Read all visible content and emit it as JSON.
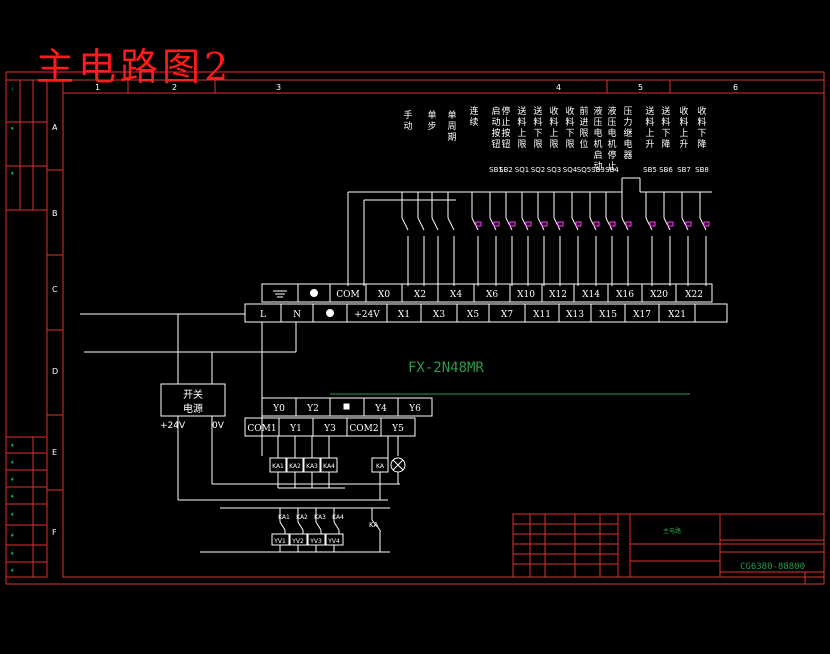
{
  "title": "主电路图2",
  "column_numbers": [
    "1",
    "2",
    "3",
    "4",
    "5",
    "6"
  ],
  "row_letters": [
    "A",
    "B",
    "C",
    "D",
    "E",
    "F"
  ],
  "plc_model": "FX-2N48MR",
  "plc_input_top_terminals": [
    "COM",
    "X0",
    "X2",
    "X4",
    "X6",
    "X10",
    "X12",
    "X14",
    "X16",
    "X20",
    "X22"
  ],
  "plc_input_bottom_terminals": [
    "L",
    "N",
    "+24V",
    "X1",
    "X3",
    "X5",
    "X7",
    "X11",
    "X13",
    "X15",
    "X17",
    "X21"
  ],
  "plc_output_top_terminals": [
    "Y0",
    "Y2",
    "Y4",
    "Y6"
  ],
  "plc_output_bottom_terminals": [
    "COM1",
    "Y1",
    "Y3",
    "COM2",
    "Y5"
  ],
  "input_labels": [
    {
      "text": "手动",
      "code": ""
    },
    {
      "text": "单步",
      "code": ""
    },
    {
      "text": "单周期",
      "code": ""
    },
    {
      "text": "连续",
      "code": ""
    },
    {
      "text": "启动按钮",
      "code": "SB1"
    },
    {
      "text": "停止按钮",
      "code": "SB2"
    },
    {
      "text": "送料上限",
      "code": "SQ1"
    },
    {
      "text": "送料下限",
      "code": "SQ2"
    },
    {
      "text": "收料上限",
      "code": "SQ3"
    },
    {
      "text": "收料下限",
      "code": "SQ4"
    },
    {
      "text": "前进限位",
      "code": "SQ5"
    },
    {
      "text": "液压电机启动",
      "code": "SB3"
    },
    {
      "text": "液压电机停止",
      "code": "SB4"
    },
    {
      "text": "压力继电器",
      "code": ""
    },
    {
      "text": "送料上升",
      "code": "SB5"
    },
    {
      "text": "送料下降",
      "code": "SB6"
    },
    {
      "text": "收料上升",
      "code": "SB7"
    },
    {
      "text": "收料下降",
      "code": "SB8"
    }
  ],
  "power_supply": {
    "label": "开关电源",
    "plus": "+24V",
    "zero": "0V"
  },
  "relays": [
    "KA1",
    "KA2",
    "KA3",
    "KA4"
  ],
  "relay_ka": "KA",
  "valves": [
    "YV1",
    "YV2",
    "YV3",
    "YV4"
  ],
  "title_block": {
    "drawing_name": "主电路",
    "code": "CG6380-88800"
  },
  "colors": {
    "frame": "#e03030",
    "wire": "#ffffff",
    "plc_text": "#2a9a4a",
    "title": "#ff1a1a",
    "magenta": "#ff40ff"
  }
}
